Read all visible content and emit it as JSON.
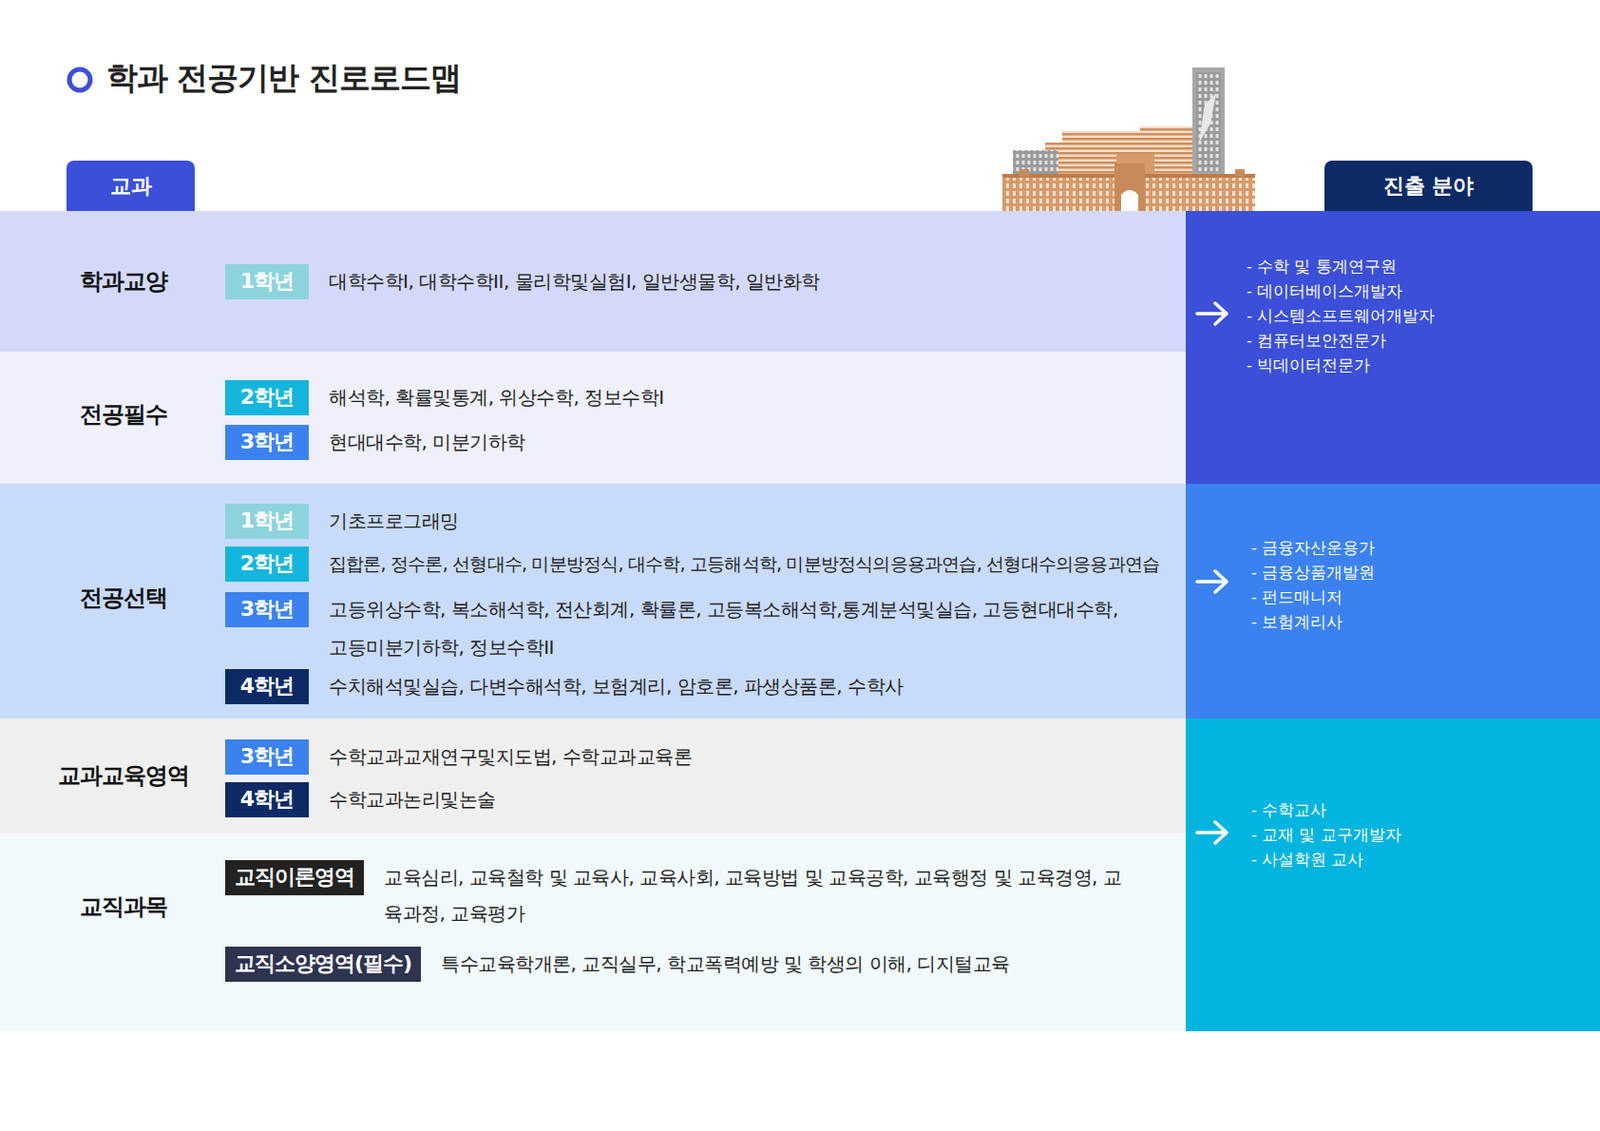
{
  "diagram": {
    "title": "학과 전공기반 진로로드맵",
    "nodes": [
      {
        "text": [
          "교과"
        ]
      },
      {
        "text": [
          "진출 분야"
        ]
      },
      {
        "text": [
          "학과교양"
        ]
      },
      {
        "text": [
          "1학년"
        ],
        "in": 2
      },
      {
        "text": [
          "전공필수"
        ]
      },
      {
        "text": [
          "2학년"
        ],
        "in": 4
      },
      {
        "text": [
          "3학년"
        ],
        "in": 4
      },
      {
        "text": [
          "전공선택"
        ]
      },
      {
        "text": [
          "1학년"
        ],
        "in": 7
      },
      {
        "text": [
          "2학년"
        ],
        "in": 7
      },
      {
        "text": [
          "3학년"
        ],
        "in": 7
      },
      {
        "text": [
          "4학년"
        ],
        "in": 7
      },
      {
        "text": [
          "교과교육영역"
        ]
      },
      {
        "text": [
          "3학년"
        ],
        "in": 12
      },
      {
        "text": [
          "4학년"
        ],
        "in": 12
      },
      {
        "text": [
          "교직과목"
        ]
      },
      {
        "text": [
          "교직이론영역"
        ],
        "in": 15
      },
      {
        "text": [
          "교직소양영역(필수)"
        ],
        "in": 15
      },
      {
        "text": [
          "- 수학 및 통계연구원",
          "- 데이터베이스개발자",
          "- 시스템소프트웨어개발자",
          "- 컴퓨터보안전문가",
          "- 빅데이터전문가"
        ]
      },
      {
        "text": [
          "- 금융자산운용가",
          "- 금융상품개발원",
          "- 펀드매니저",
          "- 보험계리사"
        ]
      },
      {
        "text": [
          "- 수학교사",
          "- 교재 및 교구개발자",
          "- 사설학원 교사"
        ]
      }
    ],
    "labels": [
      "대학수학I, 대학수학II, 물리학및실험I, 일반생물학, 일반화학",
      "해석학, 확률및통계, 위상수학, 정보수학I",
      "현대대수학, 미분기하학",
      "기초프로그래밍",
      "집합론, 정수론, 선형대수, 미분방정식, 대수학, 고등해석학, 미분방정식의응용과연습, 선형대수의응용과연습",
      "고등위상수학, 복소해석학, 전산회계, 확률론, 고등복소해석학,통계분석및실습, 고등현대대수학, 고등미분기하학, 정보수학II",
      "수치해석및실습, 다변수해석학, 보험계리, 암호론, 파생상품론, 수학사",
      "수학교과교재연구및지도법, 수학교과교육론",
      "수학교과논리및논술",
      "교육심리, 교육철학 및 교육사, 교육사회, 교육방법 및 교육공학, 교육행정 및 교육경영, 교육과정, 교육평가",
      "특수교육학개론, 교직실무, 학교폭력예방 및 학생의 이해, 디지털교육"
    ]
  }
}
